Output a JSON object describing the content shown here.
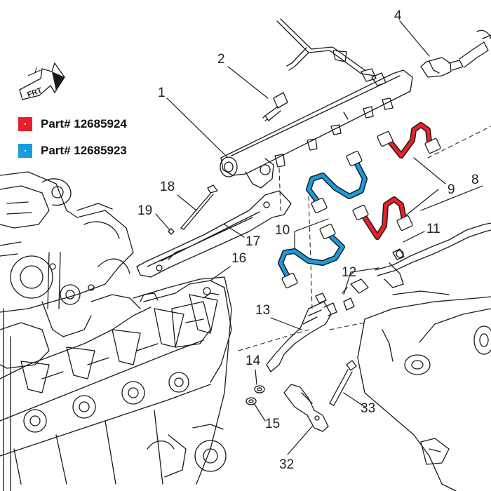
{
  "legend": [
    {
      "label": "Part# 12685924",
      "color": "#e8202a"
    },
    {
      "label": "Part# 12685923",
      "color": "#1a9be0"
    }
  ],
  "frt_label": "FRT",
  "callouts": [
    {
      "name": "1",
      "label": "1"
    },
    {
      "name": "2",
      "label": "2"
    },
    {
      "name": "4",
      "label": "4"
    },
    {
      "name": "8",
      "label": "8"
    },
    {
      "name": "9",
      "label": "9"
    },
    {
      "name": "10",
      "label": "10"
    },
    {
      "name": "11",
      "label": "11"
    },
    {
      "name": "12",
      "label": "12"
    },
    {
      "name": "13",
      "label": "13"
    },
    {
      "name": "14",
      "label": "14"
    },
    {
      "name": "15",
      "label": "15"
    },
    {
      "name": "16",
      "label": "16"
    },
    {
      "name": "17",
      "label": "17"
    },
    {
      "name": "18",
      "label": "18"
    },
    {
      "name": "19",
      "label": "19"
    },
    {
      "name": "32",
      "label": "32"
    },
    {
      "name": "33",
      "label": "33"
    }
  ],
  "colors": {
    "line": "#1a1a1a",
    "red_pipe": "#e8202a",
    "blue_pipe": "#1a9be0"
  }
}
